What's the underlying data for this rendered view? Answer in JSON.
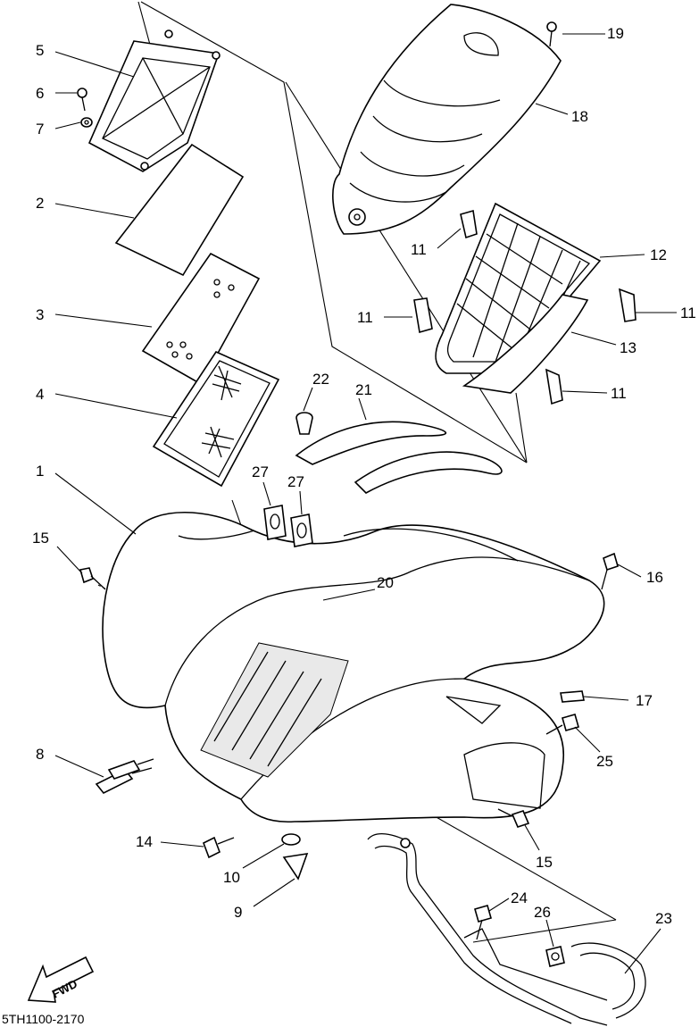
{
  "diagram_code": "5TH1100-2170",
  "fwd_label": "FWD",
  "callouts": [
    {
      "id": "c5",
      "text": "5"
    },
    {
      "id": "c6",
      "text": "6"
    },
    {
      "id": "c7",
      "text": "7"
    },
    {
      "id": "c2",
      "text": "2"
    },
    {
      "id": "c3",
      "text": "3"
    },
    {
      "id": "c4",
      "text": "4"
    },
    {
      "id": "c1",
      "text": "1"
    },
    {
      "id": "c15a",
      "text": "15"
    },
    {
      "id": "c8",
      "text": "8"
    },
    {
      "id": "c14",
      "text": "14"
    },
    {
      "id": "c10",
      "text": "10"
    },
    {
      "id": "c9",
      "text": "9"
    },
    {
      "id": "c19",
      "text": "19"
    },
    {
      "id": "c18",
      "text": "18"
    },
    {
      "id": "c11a",
      "text": "11"
    },
    {
      "id": "c12",
      "text": "12"
    },
    {
      "id": "c11b",
      "text": "11"
    },
    {
      "id": "c11c",
      "text": "11"
    },
    {
      "id": "c13",
      "text": "13"
    },
    {
      "id": "c11d",
      "text": "11"
    },
    {
      "id": "c22",
      "text": "22"
    },
    {
      "id": "c21",
      "text": "21"
    },
    {
      "id": "c27a",
      "text": "27"
    },
    {
      "id": "c27b",
      "text": "27"
    },
    {
      "id": "c20",
      "text": "20"
    },
    {
      "id": "c16",
      "text": "16"
    },
    {
      "id": "c17",
      "text": "17"
    },
    {
      "id": "c25",
      "text": "25"
    },
    {
      "id": "c15b",
      "text": "15"
    },
    {
      "id": "c24",
      "text": "24"
    },
    {
      "id": "c26",
      "text": "26"
    },
    {
      "id": "c23",
      "text": "23"
    }
  ]
}
